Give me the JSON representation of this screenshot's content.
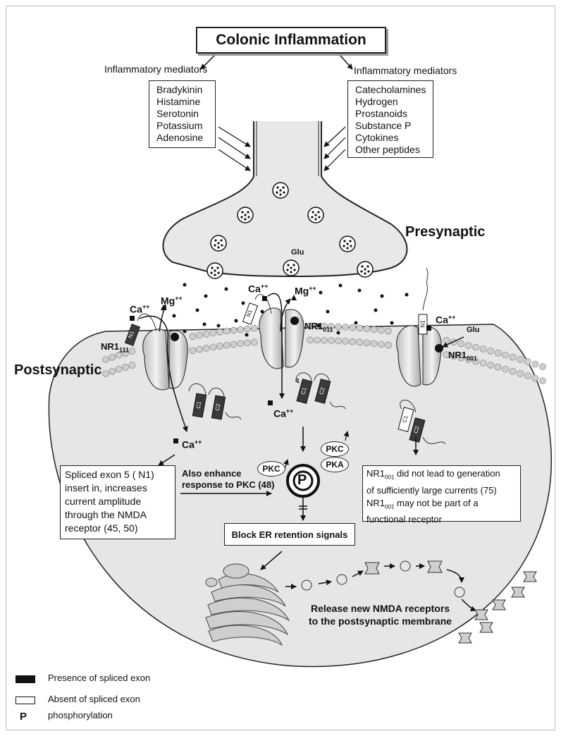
{
  "title": "Colonic Inflammation",
  "mediators_left": {
    "heading": "Inflammatory mediators",
    "items": [
      "Bradykinin",
      "Histamine",
      "Serotonin",
      "Potassium",
      "Adenosine"
    ]
  },
  "mediators_right": {
    "heading": "Inflammatory mediators",
    "items": [
      "Catecholamines",
      "Hydrogen",
      "Prostanoids",
      "Substance P",
      "Cytokines",
      "Other peptides"
    ]
  },
  "labels": {
    "presynaptic": "Presynaptic",
    "postsynaptic": "Postsynaptic",
    "glu": "Glu",
    "glu_right": "Glu",
    "ca": "Ca",
    "ion_charge": "++",
    "mg": "Mg",
    "receptor_111": {
      "base": "NR1",
      "sub": "111"
    },
    "receptor_011": {
      "base": "NR1",
      "sub": "011"
    },
    "receptor_001": {
      "base": "NR1",
      "sub": "001"
    },
    "exon_n1": "N1",
    "exon_c1": "C1",
    "exon_c2": "C2",
    "phospho_p": "P"
  },
  "kinases": {
    "pkc_left": "PKC",
    "pkc_top": "PKC",
    "pka": "PKA"
  },
  "spliced_exon_note": {
    "lines": [
      "Spliced exon 5 ( N1)",
      "insert in,  increases",
      "current amplitude",
      "through the NMDA",
      "receptor (45, 50)"
    ]
  },
  "also_enhance": {
    "lines": [
      "Also enhance",
      "response to PKC (48)"
    ]
  },
  "nr1001_note": {
    "line1_pre": "NR1",
    "line1_sub": "001",
    "line1_post": " did not lead to generation",
    "line2": "of sufficiently large currents (75)",
    "line3_pre": "NR1",
    "line3_sub": "001",
    "line3_post": " may not be part of a",
    "line4": "functional receptor"
  },
  "block_er": "Block ER retention signals",
  "release": {
    "lines": [
      "Release new NMDA receptors",
      "to the postsynaptic membrane"
    ]
  },
  "legend": [
    {
      "swatch": "filled",
      "label": "Presence of  spliced exon"
    },
    {
      "swatch": "empty",
      "label": "Absent of spliced exon"
    },
    {
      "swatch": "P",
      "label": "phosphorylation"
    }
  ],
  "colors": {
    "membrane_bead": "#cfcfcf",
    "exon_dark": "#3a3a3a",
    "receptor_fill": "#d8d8d8",
    "cell_fill": "#e9e9e9"
  }
}
